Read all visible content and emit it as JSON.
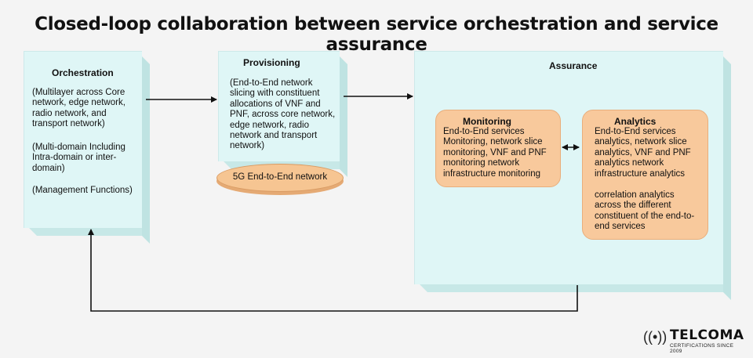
{
  "title": "Closed-loop collaboration between service orchestration and service assurance",
  "orchestration": {
    "heading": "Orchestration",
    "paragraphs": [
      "(Multilayer across Core network, edge network, radio network, and transport network)",
      "(Multi-domain Including Intra-domain or inter-domain)",
      "(Management Functions)"
    ]
  },
  "provisioning": {
    "heading": "Provisioning",
    "text": "(End-to-End network slicing with constituent allocations of VNF and PNF, across core network, edge network, radio network and transport network)",
    "ellipse_label": "5G End-to-End network"
  },
  "assurance": {
    "heading": "Assurance",
    "monitoring": {
      "heading": "Monitoring",
      "text": "End-to-End services Monitoring, network slice monitoring, VNF and PNF monitoring network infrastructure monitoring"
    },
    "analytics": {
      "heading": "Analytics",
      "text1": "End-to-End services analytics, network slice analytics, VNF and PNF analytics network infrastructure analytics",
      "text2": "correlation analytics across the different constituent of the end-to-end services"
    }
  },
  "logo": {
    "name": "TELCOMA",
    "subtitle": "CERTIFICATIONS SINCE 2009",
    "icon": "signal-waves-icon"
  },
  "colors": {
    "box_fill": "#dff6f6",
    "box_side": "#bfe3e2",
    "orange_fill": "#f8c99c",
    "background": "#f4f4f4"
  }
}
